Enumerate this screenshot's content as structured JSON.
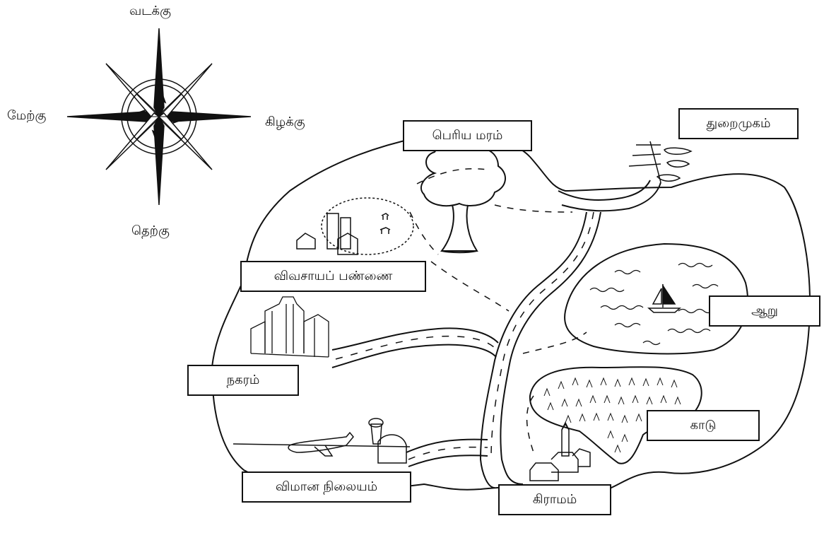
{
  "compass": {
    "north": "வடக்கு",
    "south": "தெற்கு",
    "east": "கிழக்கு",
    "west": "மேற்கு"
  },
  "places": {
    "big_tree": "பெரிய மரம்",
    "harbour": "துறைமுகம்",
    "farm": "விவசாயப் பண்ணை",
    "river": "ஆறு",
    "city": "நகரம்",
    "forest": "காடு",
    "airport": "விமான நிலையம்",
    "village": "கிராமம்"
  },
  "icons": [
    "compass-rose-icon",
    "tree-icon",
    "farm-icon",
    "city-icon",
    "boat-icon",
    "forest-icon",
    "airplane-icon",
    "village-icon",
    "harbour-icon"
  ],
  "colors": {
    "ink": "#111111",
    "background": "#ffffff"
  }
}
